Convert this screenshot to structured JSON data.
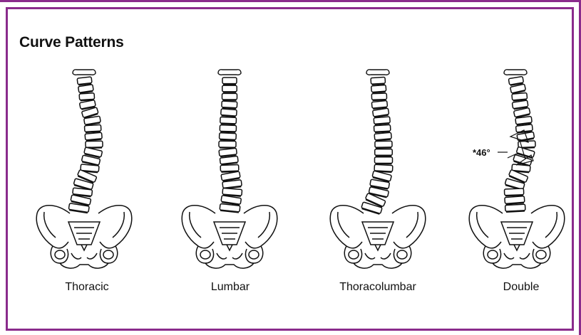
{
  "title": "Curve Patterns",
  "colors": {
    "frame": "#8a2b8c",
    "ink": "#111111"
  },
  "patterns": [
    {
      "label": "Thoracic"
    },
    {
      "label": "Lumbar"
    },
    {
      "label": "Thoracolumbar"
    },
    {
      "label": "Double",
      "angle_label": "*46°"
    }
  ]
}
